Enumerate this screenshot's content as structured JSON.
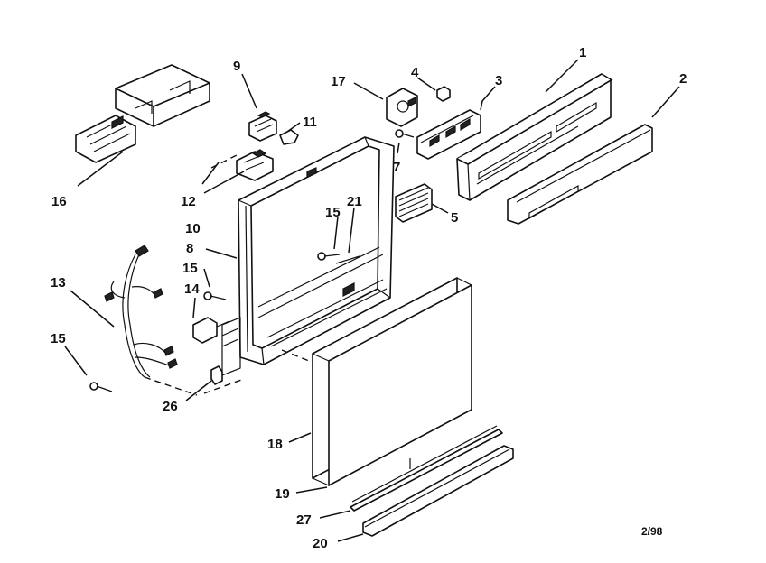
{
  "labels": {
    "p1": "1",
    "p2": "2",
    "p3": "3",
    "p4": "4",
    "p5": "5",
    "p7": "7",
    "p8": "8",
    "p9": "9",
    "p10": "10",
    "p11": "11",
    "p12": "12",
    "p13": "13",
    "p14": "14",
    "p15a": "15",
    "p15b": "15",
    "p15c": "15",
    "p16": "16",
    "p17": "17",
    "p18": "18",
    "p19": "19",
    "p20": "20",
    "p21": "21",
    "p26": "26",
    "p27": "27"
  },
  "date_code": "2/98"
}
